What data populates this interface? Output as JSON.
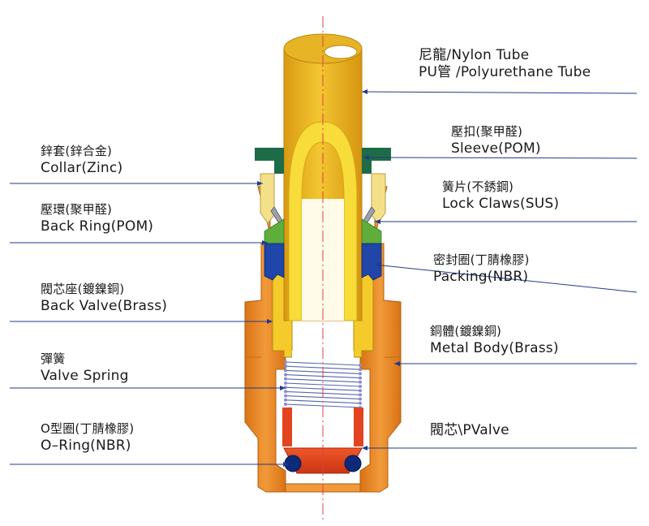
{
  "labels": {
    "nylon_tube": {
      "zh": "尼龍/Nylon Tube",
      "en": "PU管 /Polyurethane Tube"
    },
    "sleeve": {
      "zh": "壓扣(聚甲醛)",
      "en": "Sleeve(POM)"
    },
    "collar": {
      "zh": "鋅套(鋅合金)",
      "en": "Collar(Zinc)"
    },
    "lock_claws": {
      "zh": "簧片(不銹鋼)",
      "en": "Lock Claws(SUS)"
    },
    "back_ring": {
      "zh": "壓環(聚甲醛)",
      "en": "Back Ring(POM)"
    },
    "packing": {
      "zh": "密封圈(丁腈橡膠)",
      "en": "Packing(NBR)"
    },
    "back_valve": {
      "zh": "閥芯座(鍍鎳銅)",
      "en": "Back Valve(Brass)"
    },
    "metal_body": {
      "zh": "銅體(鍍鎳銅)",
      "en": "Metal Body(Brass)"
    },
    "valve_spring": {
      "zh": "彈簧",
      "en": "Valve Spring"
    },
    "pvalve": {
      "text": "閥芯\\PValve"
    },
    "o_ring": {
      "zh": "O型圈(丁腈橡膠)",
      "en": "O–Ring(NBR)"
    }
  },
  "colors": {
    "tube": "#e6b21a",
    "tube_light": "#f8dc3a",
    "body": "#ec8a2a",
    "body_dark": "#c76a12",
    "sleeve": "#1e6b47",
    "collar": "#f5e08a",
    "back_ring": "#5fae3c",
    "packing": "#1f46a8",
    "spring": "#5566aa",
    "valve": "#e2441f",
    "oring": "#0d2a7a",
    "leader": "#1f3b8c",
    "centerline": "#e04040"
  }
}
